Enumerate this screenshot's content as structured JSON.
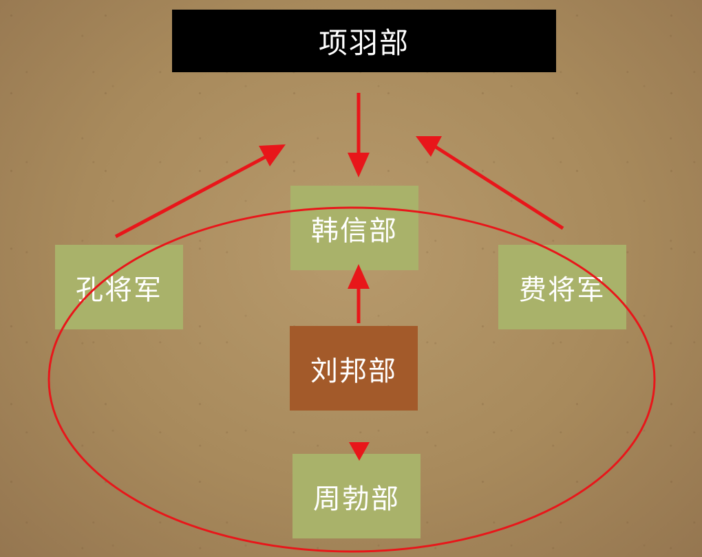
{
  "nodes": {
    "xiangyu": "项羽部",
    "hanxin": "韩信部",
    "kong": "孔将军",
    "fei": "费将军",
    "liubang": "刘邦部",
    "zhoubo": "周勃部"
  },
  "colors": {
    "top_box": "#000000",
    "green_box": "#a9b26a",
    "liubang_box": "#a35a2a",
    "arrow": "#e8161a",
    "ellipse": "#e8161a"
  }
}
